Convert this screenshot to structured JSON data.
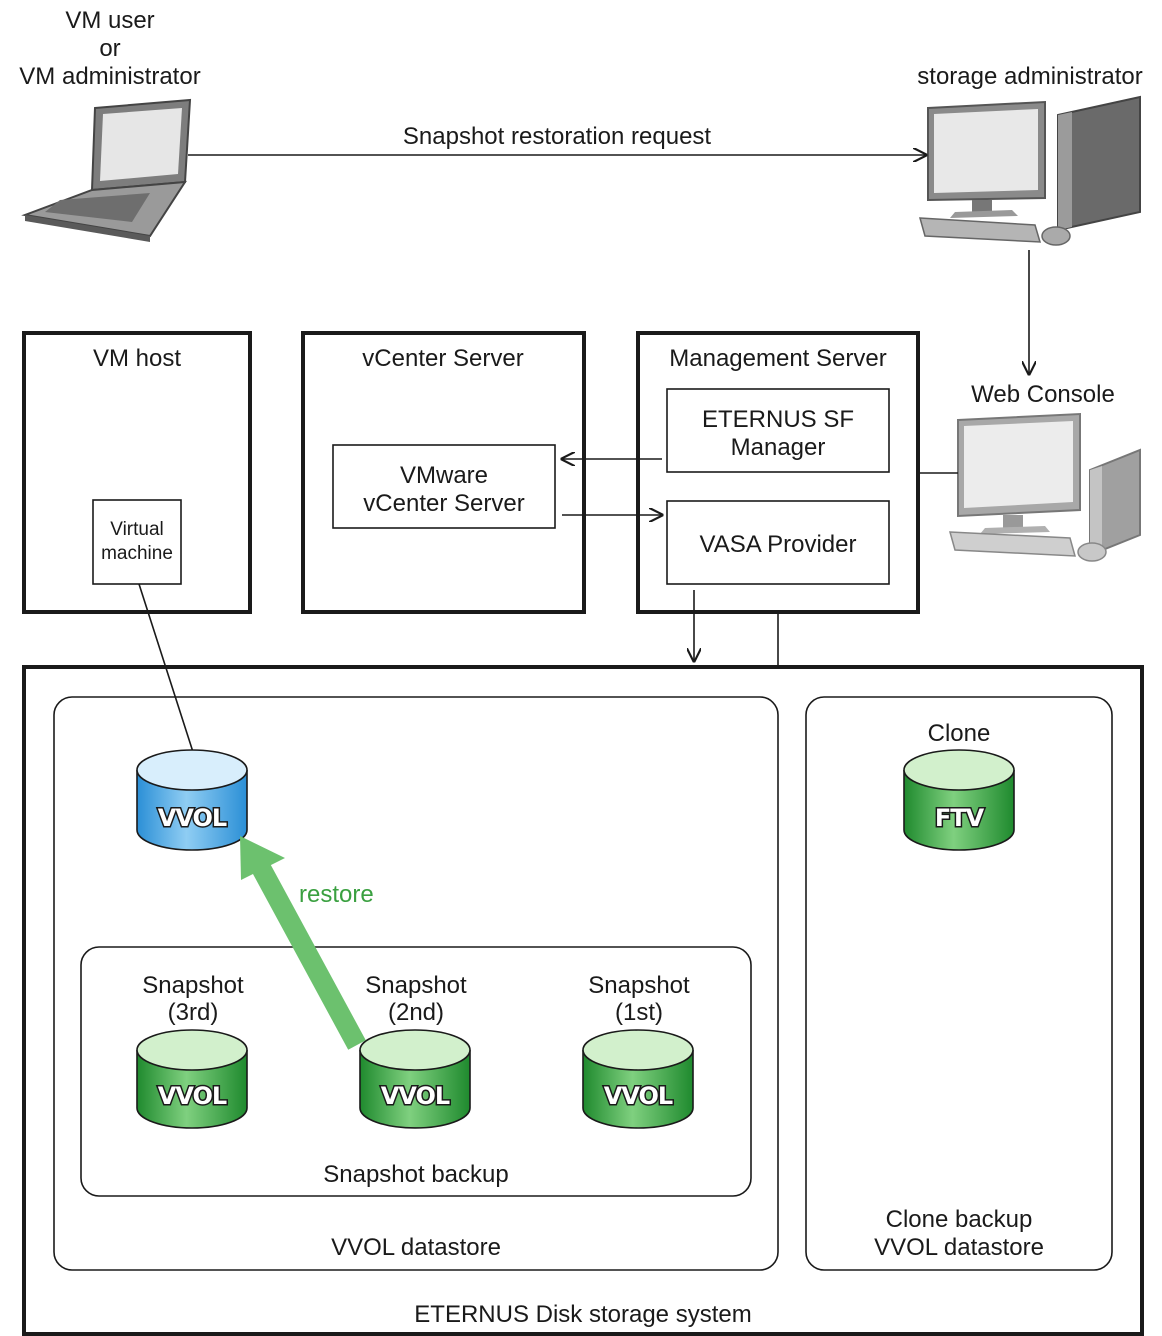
{
  "actors": {
    "vm_user_line1": "VM user",
    "vm_user_line2": "or",
    "vm_user_line3": "VM administrator",
    "storage_admin": "storage administrator",
    "web_console": "Web Console"
  },
  "request_label": "Snapshot restoration request",
  "boxes": {
    "vm_host": "VM host",
    "virtual_machine_line1": "Virtual",
    "virtual_machine_line2": "machine",
    "vcenter_server": "vCenter Server",
    "vmware_vcenter_line1": "VMware",
    "vmware_vcenter_line2": "vCenter Server",
    "management_server": "Management Server",
    "eternus_sf_line1": "ETERNUS SF",
    "eternus_sf_line2": "Manager",
    "vasa_provider": "VASA Provider"
  },
  "storage": {
    "system_label": "ETERNUS Disk storage system",
    "vvol_datastore": "VVOL datastore",
    "snapshot_backup": "Snapshot backup",
    "clone_backup_line1": "Clone backup",
    "clone_backup_line2": "VVOL datastore",
    "clone_label": "Clone",
    "restore_label": "restore",
    "volumes": {
      "vvol_main": "VVOL",
      "snap3_line1": "Snapshot",
      "snap3_line2": "(3rd)",
      "snap3_vol": "VVOL",
      "snap2_line1": "Snapshot",
      "snap2_line2": "(2nd)",
      "snap2_vol": "VVOL",
      "snap1_line1": "Snapshot",
      "snap1_line2": "(1st)",
      "snap1_vol": "VVOL",
      "ftv": "FTV"
    }
  },
  "colors": {
    "line": "#1a1a1a",
    "vvol_blue_top": "#d6ecfb",
    "vvol_blue_side": "#3a9ee0",
    "green_top": "#cfeec9",
    "green_side": "#2e9a3c",
    "restore_arrow": "#6cc16e",
    "restore_text": "#3aa040"
  }
}
